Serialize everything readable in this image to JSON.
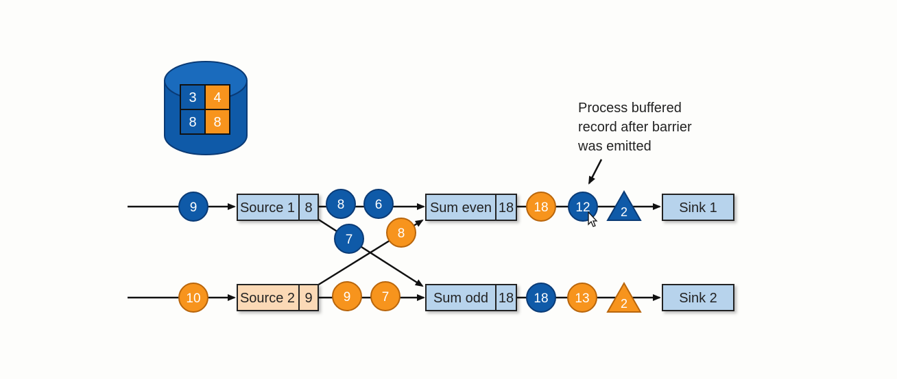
{
  "colors": {
    "blue": "#0f5aa8",
    "orange": "#f7941d",
    "box_blue": "#b7d3ec",
    "box_peach": "#fbd9b6",
    "line": "#111111"
  },
  "state_backend": {
    "cells": [
      {
        "label": "3",
        "color": "blue"
      },
      {
        "label": "4",
        "color": "orange"
      },
      {
        "label": "8",
        "color": "blue"
      },
      {
        "label": "8",
        "color": "orange"
      }
    ]
  },
  "annotation": {
    "lines": [
      "Process buffered",
      "record after barrier",
      "was emitted"
    ]
  },
  "operators": {
    "source1": {
      "label": "Source 1",
      "value": "8",
      "color": "box_blue"
    },
    "source2": {
      "label": "Source 2",
      "value": "9",
      "color": "box_peach"
    },
    "sum_even": {
      "label": "Sum even",
      "value": "18",
      "color": "box_blue"
    },
    "sum_odd": {
      "label": "Sum odd",
      "value": "18",
      "color": "box_blue"
    },
    "sink1": {
      "label": "Sink 1",
      "color": "box_blue"
    },
    "sink2": {
      "label": "Sink 2",
      "color": "box_blue"
    }
  },
  "records": {
    "input1": {
      "label": "9",
      "color": "blue"
    },
    "input2": {
      "label": "10",
      "color": "orange"
    },
    "src1_out_a": {
      "label": "8",
      "color": "blue"
    },
    "src1_out_b": {
      "label": "6",
      "color": "blue"
    },
    "cross_to_odd": {
      "label": "7",
      "color": "blue"
    },
    "cross_to_even": {
      "label": "8",
      "color": "orange"
    },
    "src2_out_a": {
      "label": "9",
      "color": "orange"
    },
    "src2_out_b": {
      "label": "7",
      "color": "orange"
    },
    "even_out_a": {
      "label": "18",
      "color": "orange"
    },
    "even_out_b": {
      "label": "12",
      "color": "blue"
    },
    "odd_out_a": {
      "label": "18",
      "color": "blue"
    },
    "odd_out_b": {
      "label": "13",
      "color": "orange"
    }
  },
  "barriers": {
    "top": {
      "label": "2",
      "color": "blue"
    },
    "bottom": {
      "label": "2",
      "color": "orange"
    }
  }
}
